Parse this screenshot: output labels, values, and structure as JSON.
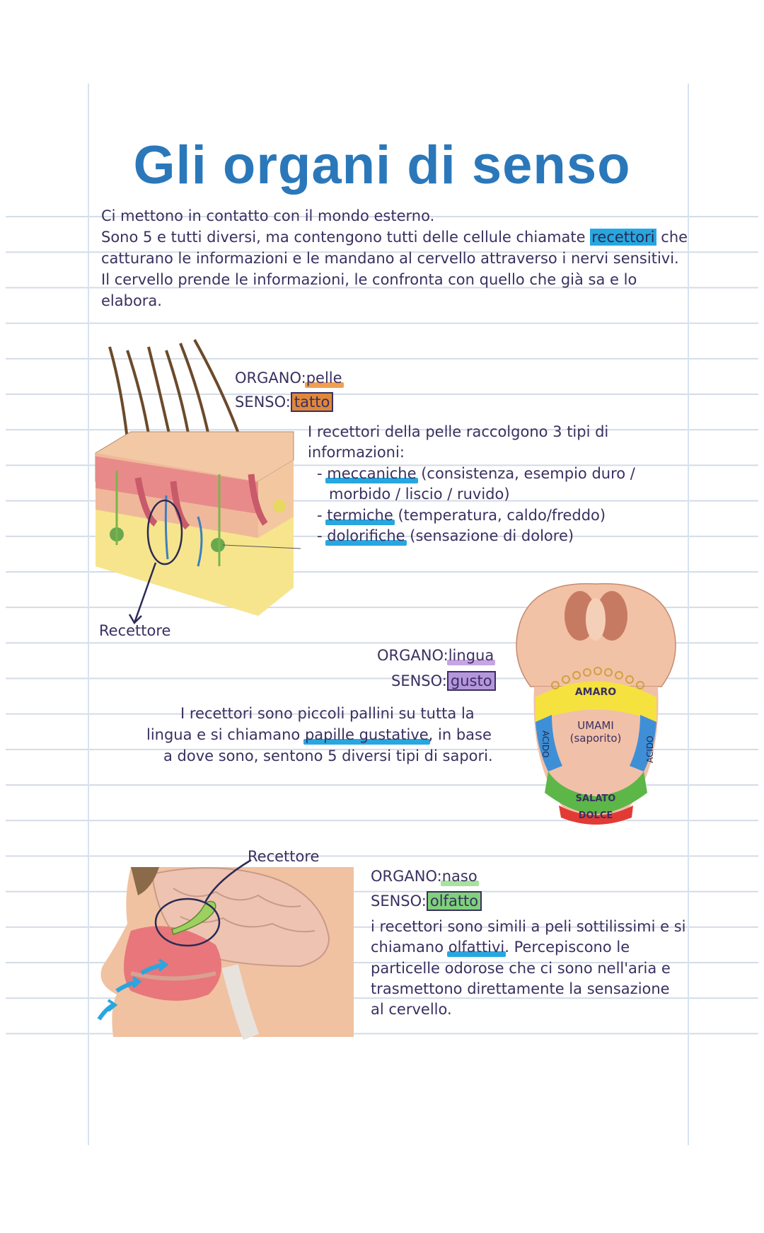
{
  "title": "Gli organi di senso",
  "intro": {
    "line1": "Ci mettono in contatto con il mondo esterno.",
    "line2_pre": "Sono 5 e tutti diversi, ma contengono tutti delle cellule chiamate ",
    "line2_hl": "recettori",
    "line2_post": " che",
    "line3": "catturano le informazioni e le mandano al cervello attraverso i nervi sensitivi.",
    "line4": "Il cervello prende le informazioni, le confronta con quello che già sa e lo",
    "line5": "elabora."
  },
  "skin": {
    "organo_label": "ORGANO:",
    "organo_value": "pelle",
    "senso_label": "SENSO:",
    "senso_value": "tatto",
    "desc1": "I recettori della pelle raccolgono 3 tipi di",
    "desc2": "informazioni:",
    "bullet1_key": "meccaniche",
    "bullet1_rest": " (consistenza, esempio duro /",
    "bullet1_cont": "morbido / liscio / ruvido)",
    "bullet2_key": "termiche",
    "bullet2_rest": " (temperatura, caldo/freddo)",
    "bullet3_key": "dolorifiche",
    "bullet3_rest": " (sensazione di dolore)",
    "dash": "-",
    "receptor_label": "Recettore"
  },
  "tongue": {
    "organo_label": "ORGANO:",
    "organo_value": "lingua",
    "senso_label": "SENSO:",
    "senso_value": "gusto",
    "line1": "I recettori sono piccoli pallini su tutta la",
    "line2_pre": "lingua e si chiamano ",
    "line2_ul": "papille gustative",
    "line2_post": ", in base",
    "line3": "a dove sono, sentono 5 diversi tipi di sapori.",
    "zones": {
      "amaro": "AMARO",
      "umami": "UMAMI",
      "saporito": "(saporito)",
      "acido_left": "ACIDO",
      "acido_right": "ACIDO",
      "salato": "SALATO",
      "dolce": "DOLCE"
    }
  },
  "nose": {
    "receptor_label": "Recettore",
    "organo_label": "ORGANO:",
    "organo_value": "naso",
    "senso_label": "SENSO:",
    "senso_value": "olfatto",
    "line1": "i recettori sono simili a peli sottilissimi e si",
    "line2_pre": "chiamano ",
    "line2_ul": "olfattivi",
    "line2_post": ". Percepiscono le",
    "line3": "particelle odorose che ci sono nell'aria e",
    "line4": "trasmettono direttamente la sensazione",
    "line5": "al cervello."
  },
  "colors": {
    "title": "#2a78ba",
    "ink": "#3a3060",
    "highlight_blue": "#27a7e0",
    "orange": "#e0873a",
    "purple": "#b596dc",
    "green": "#7fd17a"
  }
}
